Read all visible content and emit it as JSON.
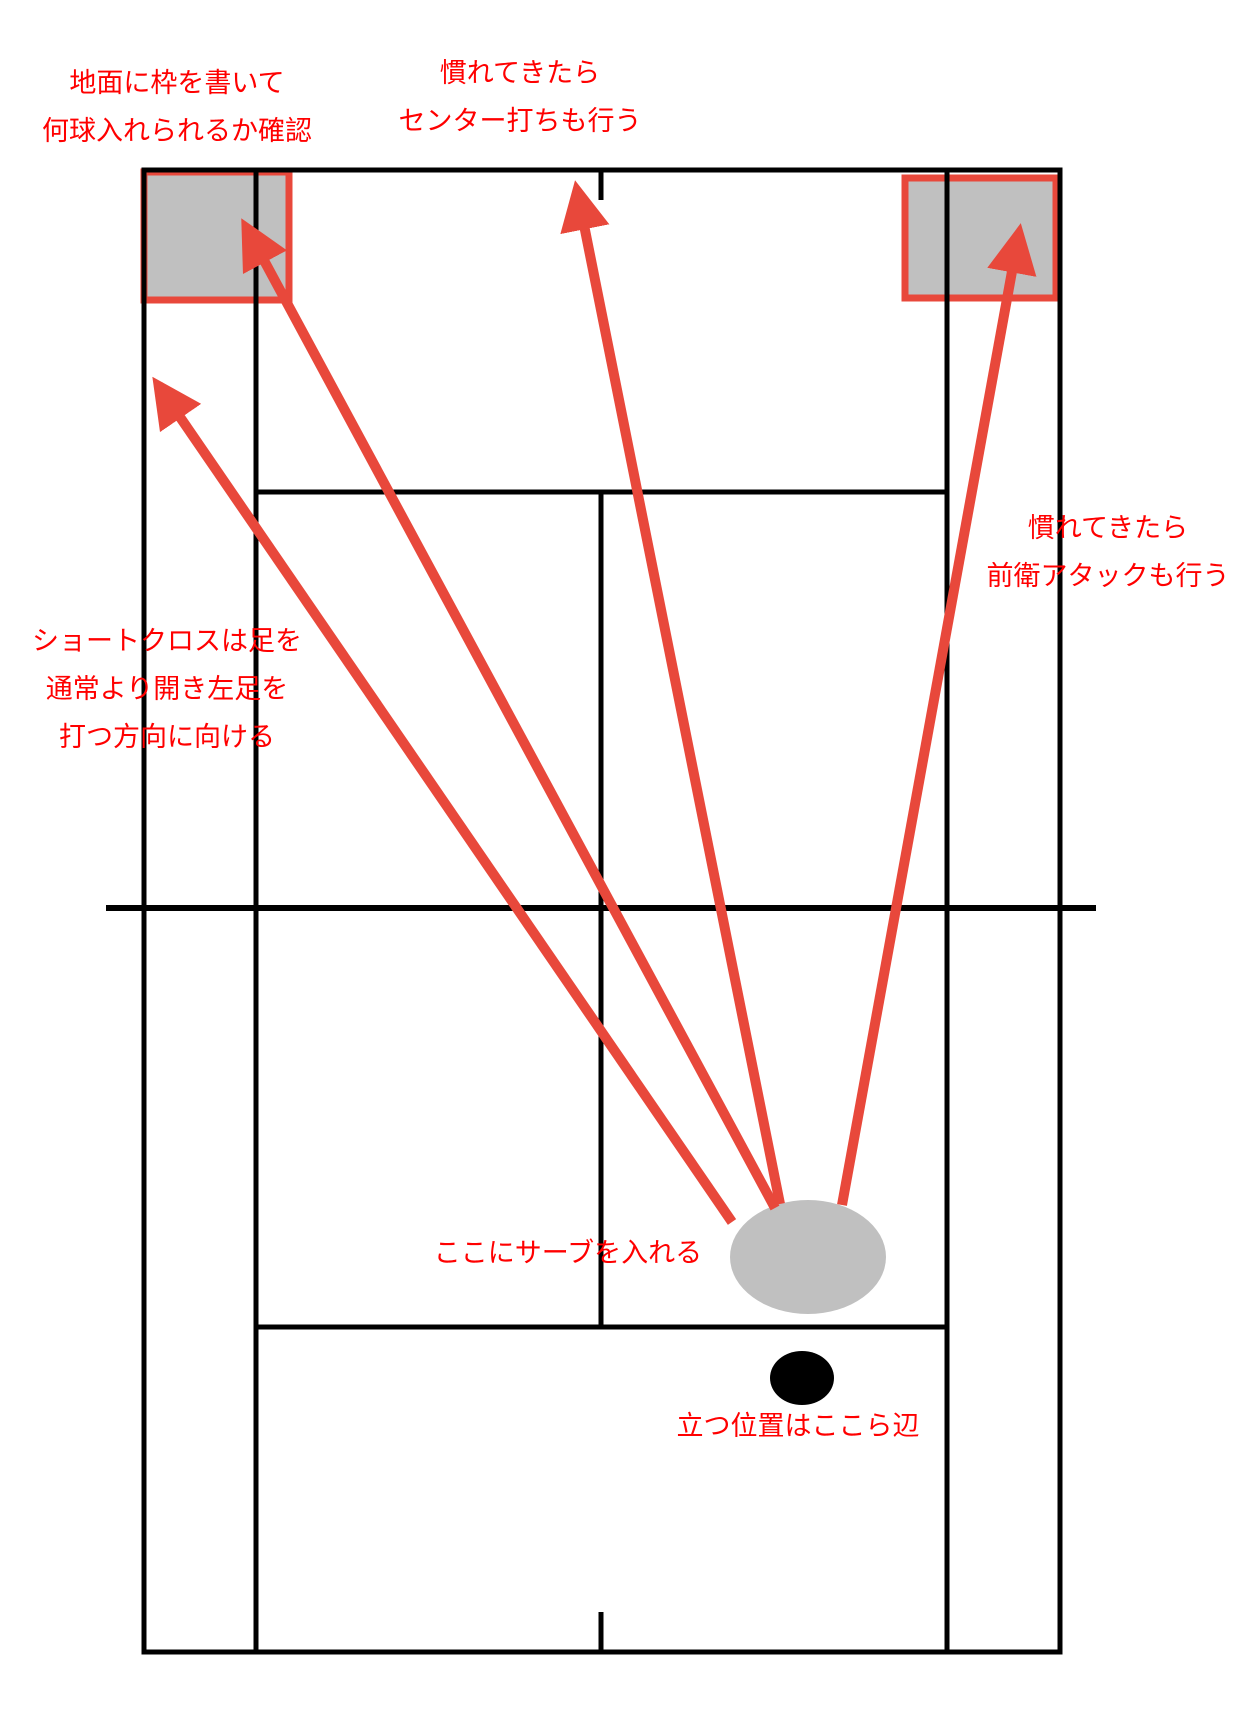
{
  "colors": {
    "court_line": "#000000",
    "arrow": "#e8483b",
    "note_text": "#ff0000",
    "target_fill": "#c0c0c0",
    "serve_area_fill": "#c0c0c0",
    "player_dot": "#000000"
  },
  "notes": {
    "frames": [
      "地面に枠を書いて",
      "何球入れられるか確認"
    ],
    "center": [
      "慣れてきたら",
      "センター打ちも行う"
    ],
    "front_attack": [
      "慣れてきたら",
      "前衛アタックも行う"
    ],
    "short_cross": [
      "ショートクロスは足を",
      "通常より開き左足を",
      "打つ方向に向ける"
    ],
    "serve_here": "ここにサーブを入れる",
    "stand_here": "立つ位置はここら辺"
  }
}
